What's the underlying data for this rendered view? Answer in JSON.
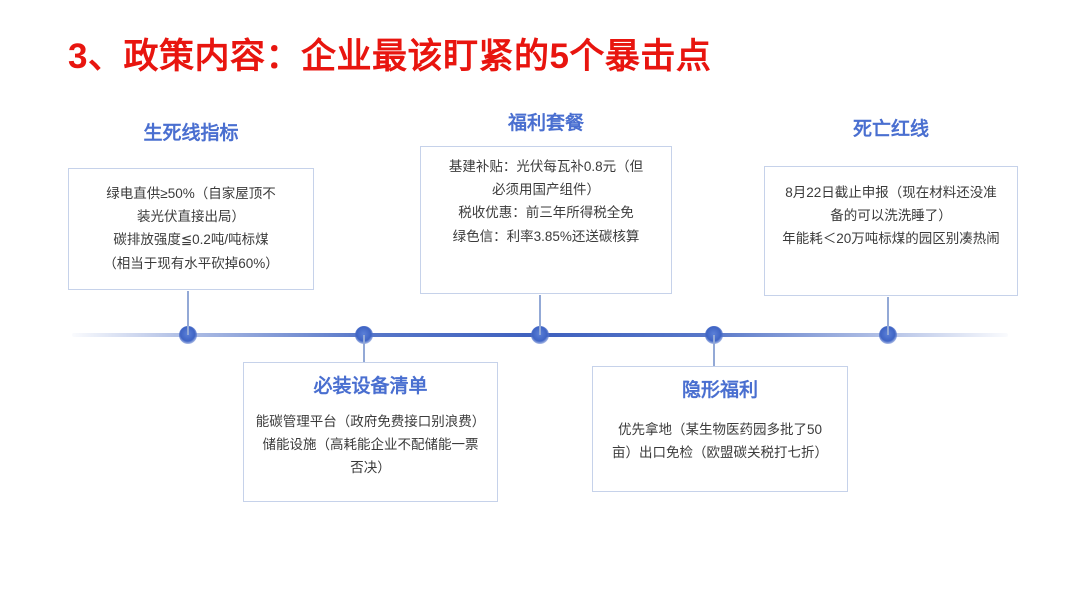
{
  "slide": {
    "title": "3、政策内容：企业最该盯紧的5个暴击点",
    "title_color": "#e8150f",
    "heading_color": "#4a6fd0",
    "body_color": "#3b3b3b",
    "accent_color": "#3f64c4",
    "border_color": "#c6d2ea",
    "background": "#ffffff"
  },
  "timeline": {
    "dot_count": 5,
    "dots": [
      {
        "label": "生死线指标",
        "position": "top"
      },
      {
        "label": "必装设备清单",
        "position": "bottom"
      },
      {
        "label": "福利套餐",
        "position": "top"
      },
      {
        "label": "隐形福利",
        "position": "bottom"
      },
      {
        "label": "死亡红线",
        "position": "top"
      }
    ]
  },
  "cards": [
    {
      "id": "card-1",
      "heading": "生死线指标",
      "position": "top",
      "lines": [
        "绿电直供≥50%（自家屋顶不",
        "装光伏直接出局）",
        "碳排放强度≦0.2吨/吨标煤",
        "（相当于现有水平砍掉60%）"
      ]
    },
    {
      "id": "card-2",
      "heading": "福利套餐",
      "position": "top",
      "lines": [
        "基建补贴：光伏每瓦补0.8元（但",
        "必须用国产组件）",
        "税收优惠：前三年所得税全免",
        "绿色信：利率3.85%还送碳核算"
      ]
    },
    {
      "id": "card-3",
      "heading": "死亡红线",
      "position": "top",
      "lines": [
        "8月22日截止申报（现在材料还没准",
        "备的可以洗洗睡了）",
        "年能耗＜20万吨标煤的园区别凑热闹"
      ]
    },
    {
      "id": "card-4",
      "heading": "必装设备清单",
      "position": "bottom",
      "lines": [
        "能碳管理平台（政府免费接口别浪费）",
        "储能设施（高耗能企业不配储能一票",
        "否决）"
      ]
    },
    {
      "id": "card-5",
      "heading": "隐形福利",
      "position": "bottom",
      "lines": [
        "优先拿地（某生物医药园多批了50",
        "亩）出口免检（欧盟碳关税打七折）"
      ]
    }
  ]
}
